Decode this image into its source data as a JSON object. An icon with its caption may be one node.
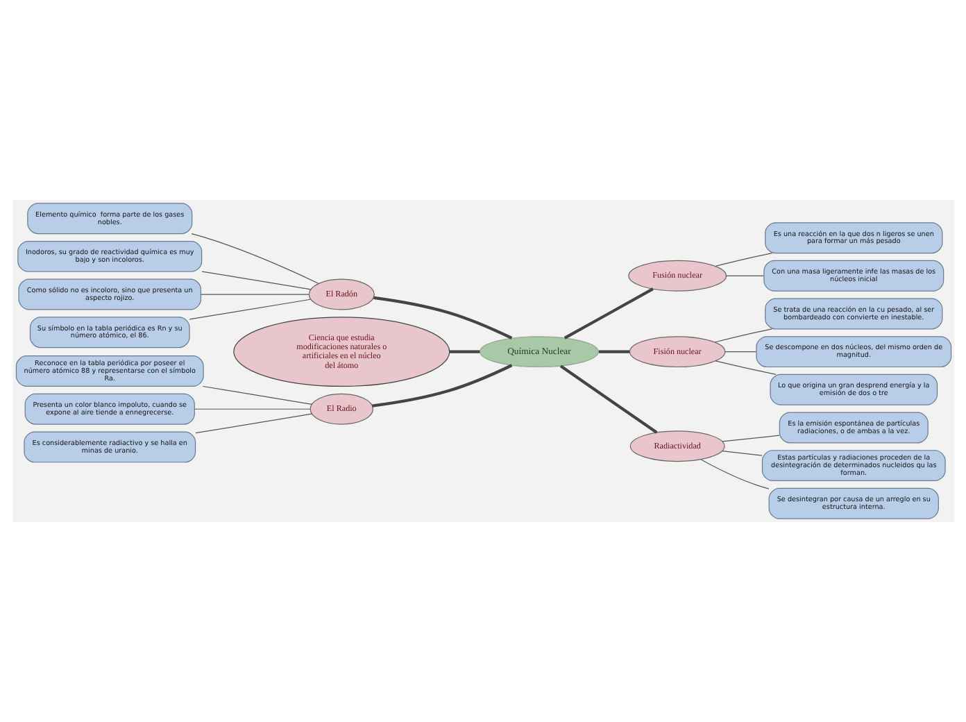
{
  "diagram": {
    "nodes": [
      {
        "text": [
          "Química Nuclear"
        ]
      },
      {
        "text": [
          "El Radón"
        ]
      },
      {
        "text": [
          "Elemento químico  forma parte de los gases nobles."
        ]
      },
      {
        "text": [
          "Inodoros, su grado de reactividad química es muy bajo y son incoloros."
        ]
      },
      {
        "text": [
          "Como sólido no es incoloro, sino que presenta un aspecto rojizo."
        ]
      },
      {
        "text": [
          "Su símbolo en la tabla periódica es Rn y su número atómico, el 86."
        ]
      },
      {
        "text": [
          "Fusión nuclear"
        ]
      },
      {
        "text": [
          "Es una reacción en la que dos n ligeros se unen para formar un más pesado"
        ]
      },
      {
        "text": [
          "Con una masa ligeramente infe las masas de los núcleos inicial"
        ]
      },
      {
        "text": [
          "Fisión nuclear"
        ]
      },
      {
        "text": [
          "Se trata de una reacción en la cu pesado, al ser bombardeado con convierte en inestable."
        ]
      },
      {
        "text": [
          "Se descompone en dos núcleos, del mismo orden de magnitud."
        ]
      },
      {
        "text": [
          "Lo que origina un gran desprend energía y la emisión de dos o tre"
        ]
      },
      {
        "text": [
          "Ciencia que estudia modificaciones naturales o artificiales en el núcleo del átomo"
        ]
      },
      {
        "text": [
          "Radiactividad"
        ]
      },
      {
        "text": [
          "Es la emisión espontánea de partículas radiaciones, o de ambas a la vez."
        ]
      },
      {
        "text": [
          "Estas partículas y radiaciones proceden de la desintegración de determinados nucleidos qu las forman."
        ]
      },
      {
        "text": [
          "Se desintegran por causa de un arreglo en su estructura interna."
        ]
      },
      {
        "text": [
          "El Radio"
        ]
      },
      {
        "text": [
          "Reconoce en la tabla periódica por poseer el número atómico 88 y representarse con el símbolo Ra."
        ]
      },
      {
        "text": [
          "Presenta un color blanco impoluto, cuando se expone al aire tiende a ennegrecerse."
        ]
      },
      {
        "text": [
          "Es considerablemente radiactivo y se halla en minas de uranio."
        ]
      }
    ],
    "edges": [
      {
        "from": 0,
        "to": 1,
        "arrow": "none",
        "style": "thick"
      },
      {
        "from": 1,
        "to": 2,
        "arrow": "none"
      },
      {
        "from": 1,
        "to": 3,
        "arrow": "none"
      },
      {
        "from": 1,
        "to": 4,
        "arrow": "none"
      },
      {
        "from": 1,
        "to": 5,
        "arrow": "none"
      },
      {
        "from": 0,
        "to": 6,
        "arrow": "none",
        "style": "thick"
      },
      {
        "from": 6,
        "to": 7,
        "arrow": "none"
      },
      {
        "from": 6,
        "to": 8,
        "arrow": "none"
      },
      {
        "from": 0,
        "to": 9,
        "arrow": "none",
        "style": "thick"
      },
      {
        "from": 9,
        "to": 10,
        "arrow": "none"
      },
      {
        "from": 9,
        "to": 11,
        "arrow": "none"
      },
      {
        "from": 9,
        "to": 12,
        "arrow": "none"
      },
      {
        "from": 0,
        "to": 13,
        "arrow": "none",
        "style": "thick"
      },
      {
        "from": 0,
        "to": 14,
        "arrow": "none",
        "style": "thick"
      },
      {
        "from": 14,
        "to": 15,
        "arrow": "none"
      },
      {
        "from": 14,
        "to": 16,
        "arrow": "none"
      },
      {
        "from": 14,
        "to": 17,
        "arrow": "none"
      },
      {
        "from": 0,
        "to": 18,
        "arrow": "none",
        "style": "thick"
      },
      {
        "from": 18,
        "to": 19,
        "arrow": "none"
      },
      {
        "from": 18,
        "to": 20,
        "arrow": "none"
      },
      {
        "from": 18,
        "to": 21,
        "arrow": "none"
      }
    ]
  }
}
